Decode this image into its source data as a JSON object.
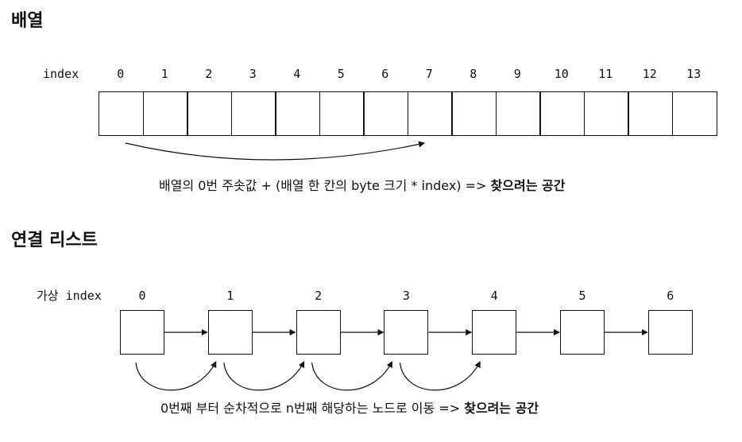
{
  "array_section": {
    "heading": "배열",
    "index_label": "index",
    "indices": [
      "0",
      "1",
      "2",
      "3",
      "4",
      "5",
      "6",
      "7",
      "8",
      "9",
      "10",
      "11",
      "12",
      "13"
    ],
    "caption_plain": "배열의 0번 주솟값 + (배열 한 칸의 byte 크기 * index) =>",
    "caption_bold": "찾으려는 공간"
  },
  "list_section": {
    "heading": "연결 리스트",
    "index_label": "가상 index",
    "indices": [
      "0",
      "1",
      "2",
      "3",
      "4",
      "5",
      "6"
    ],
    "caption_plain": "0번째 부터 순차적으로 n번째 해당하는 노드로 이동 =>",
    "caption_bold": "찾으려는 공간"
  }
}
